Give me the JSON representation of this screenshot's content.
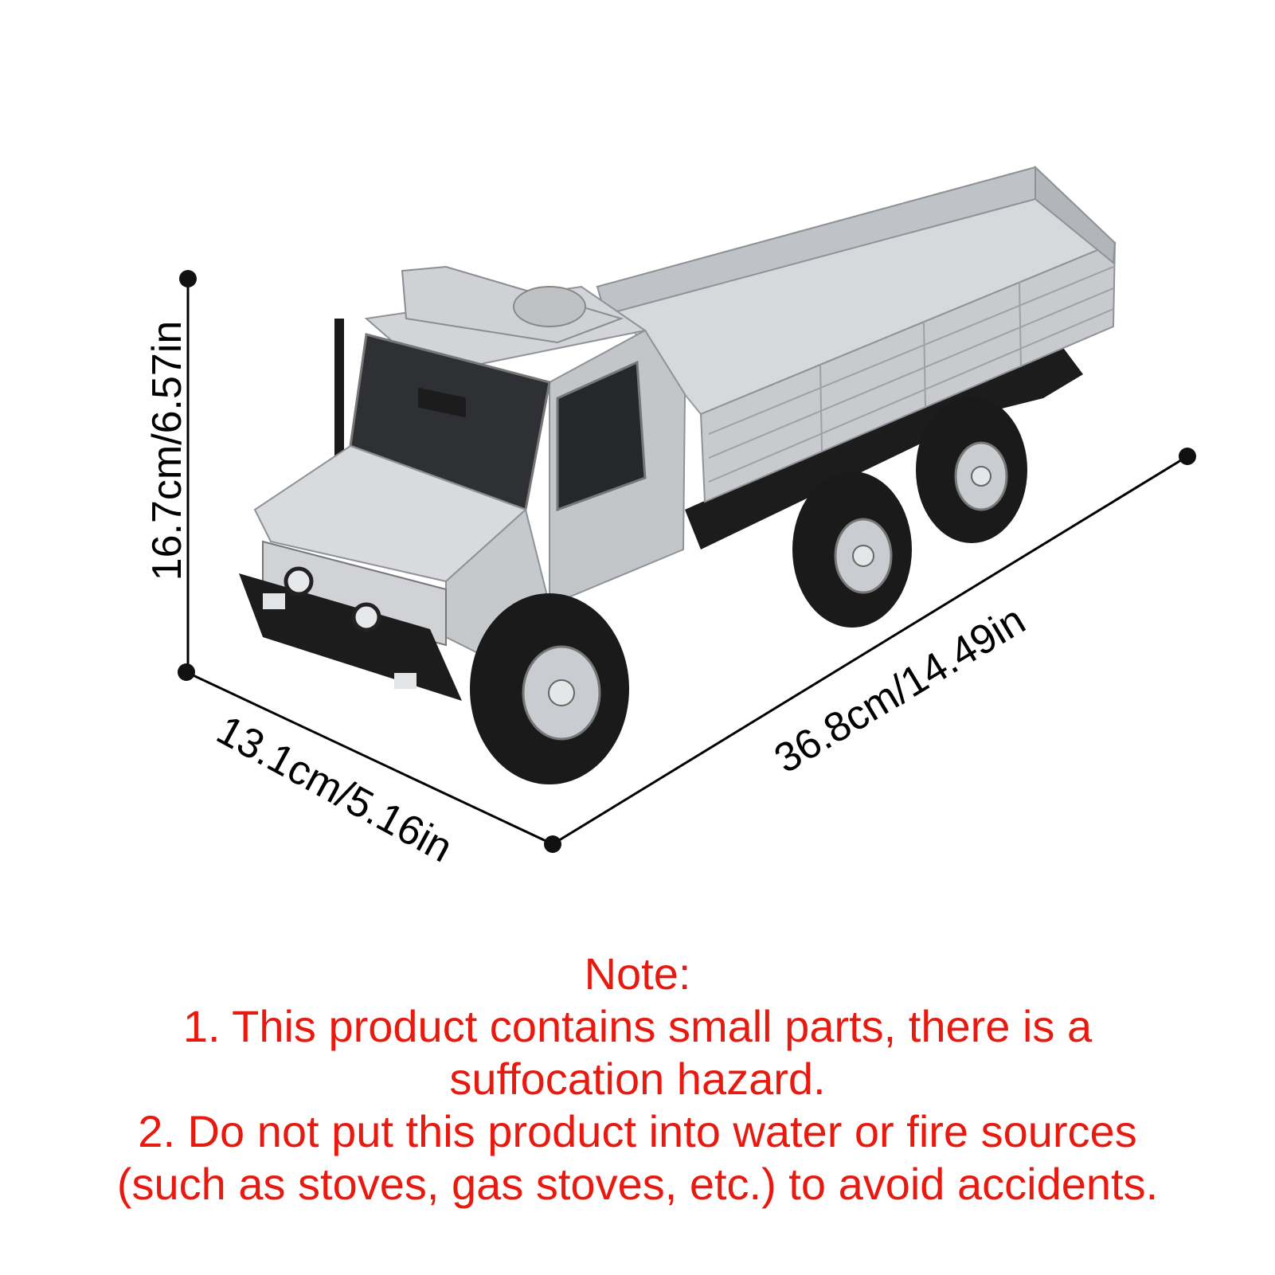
{
  "colors": {
    "note_text": "#e8190f",
    "dimension_lines": "#000000",
    "truck_body": "#c9cbce",
    "truck_shadow": "#1f1f1f"
  },
  "dimensions": {
    "height": "16.7cm/6.57in",
    "width": "13.1cm/5.16in",
    "length": "36.8cm/14.49in"
  },
  "note": {
    "heading": "Note:",
    "line1": "1. This product contains small parts, there is a",
    "line2": "suffocation hazard.",
    "line3": "2. Do not put this product into water or fire sources",
    "line4": "(such as stoves, gas stoves, etc.) to avoid accidents."
  }
}
